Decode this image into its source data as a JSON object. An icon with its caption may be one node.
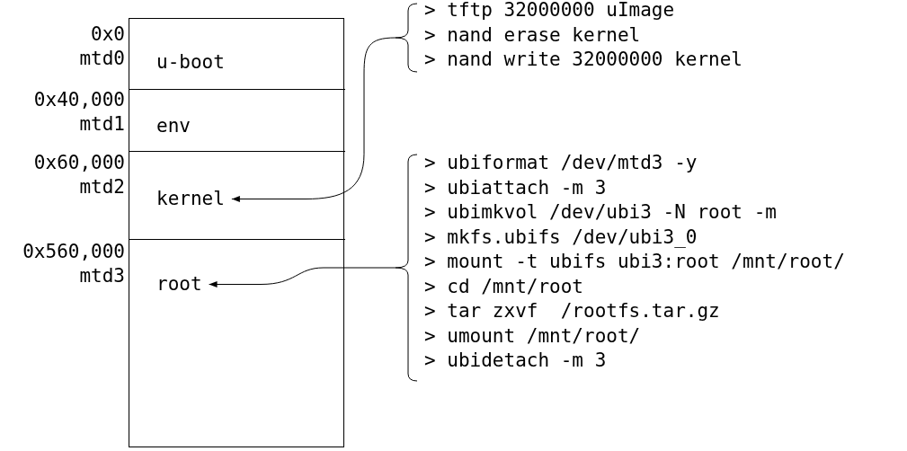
{
  "diagram": {
    "nodes": [
      {
        "text": [],
        "shape": "box"
      },
      {
        "text": [
          "u-boot"
        ],
        "in": 0,
        "beside": [
          "0x0",
          "mtd0"
        ]
      },
      {
        "text": [
          "env"
        ],
        "in": 0,
        "beside": [
          "0x40,000",
          "mtd1"
        ]
      },
      {
        "text": [
          "kernel"
        ],
        "in": 0,
        "beside": [
          "0x60,000",
          "mtd2"
        ]
      },
      {
        "text": [
          "root"
        ],
        "in": 0,
        "beside": [
          "0x560,000",
          "mtd3"
        ]
      },
      {
        "text": [
          "> tftp 32000000 uImage",
          "> nand erase kernel",
          "> nand write 32000000 kernel"
        ]
      },
      {
        "text": [
          "> ubiformat /dev/mtd3 -y",
          "> ubiattach -m 3",
          "> ubimkvol /dev/ubi3 -N root -m",
          "> mkfs.ubifs /dev/ubi3_0",
          "> mount -t ubifs ubi3:root /mnt/root/",
          "> cd /mnt/root",
          "> tar zxvf  /rootfs.tar.gz",
          "> umount /mnt/root/",
          "> ubidetach -m 3"
        ]
      }
    ],
    "edges": [
      {
        "from": 5,
        "to": 3,
        "arrow": "to"
      },
      {
        "from": 6,
        "to": 4,
        "arrow": "to"
      }
    ]
  }
}
